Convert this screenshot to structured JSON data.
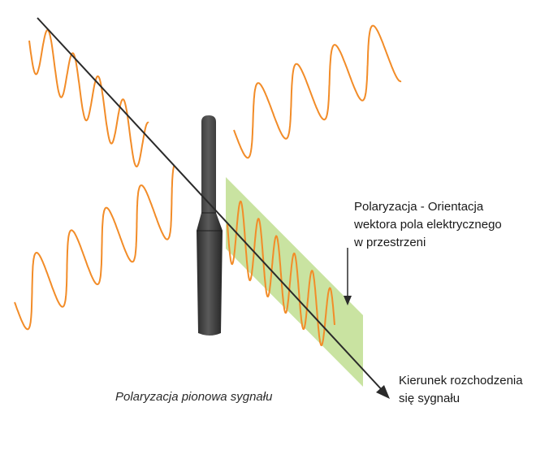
{
  "labels": {
    "polarization_desc": [
      "Polaryzacja - Orientacja",
      "wektora pola elektrycznego",
      "w przestrzeni"
    ],
    "propagation_dir": [
      "Kierunek rozchodzenia",
      "się sygnału"
    ],
    "caption": "Polaryzacja pionowa sygnału"
  },
  "colors": {
    "wave": "#f28c28",
    "plane": "#c9e3a1",
    "antenna": "#3a3a3a",
    "axis": "#2a2a2a"
  },
  "icons": [
    "antenna-icon"
  ]
}
